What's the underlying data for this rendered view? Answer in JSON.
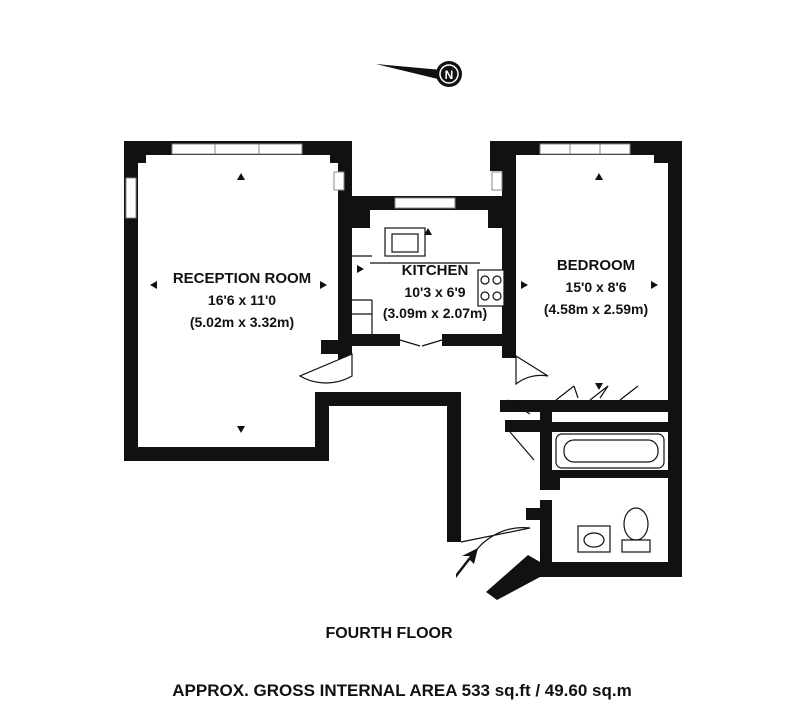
{
  "compass": {
    "icon": "north-arrow-compass-icon",
    "letter": "N"
  },
  "rooms": {
    "reception": {
      "name": "RECEPTION ROOM",
      "imperial": "16'6 x 11'0",
      "metric": "(5.02m x 3.32m)"
    },
    "kitchen": {
      "name": "KITCHEN",
      "imperial": "10'3 x 6'9",
      "metric": "(3.09m x 2.07m)"
    },
    "bedroom": {
      "name": "BEDROOM",
      "imperial": "15'0 x 8'6",
      "metric": "(4.58m x 2.59m)"
    }
  },
  "floor_label": "FOURTH FLOOR",
  "area_label": "APPROX. GROSS INTERNAL AREA 533 sq.ft / 49.60 sq.m",
  "colors": {
    "wall": "#111111",
    "window": "#ffffff",
    "background": "#ffffff"
  }
}
